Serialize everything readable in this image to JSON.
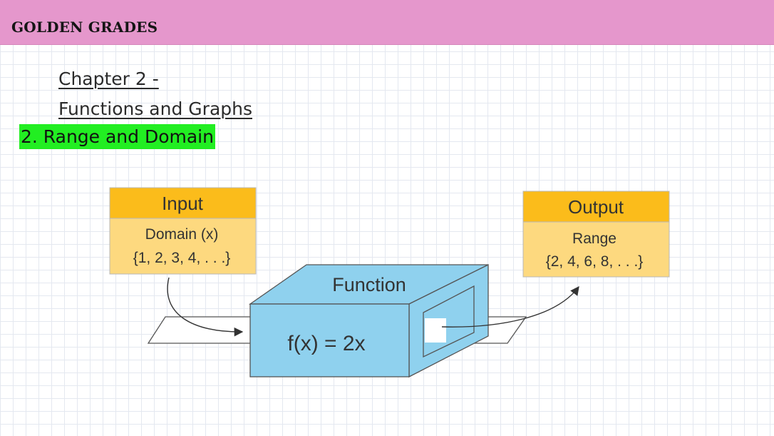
{
  "header": {
    "brand": "GOLDEN GRADES",
    "color": "#e597cc"
  },
  "chapter": {
    "line1": "Chapter 2 -",
    "line2": "Functions and Graphs"
  },
  "section": {
    "title": "2. Range and Domain",
    "highlight_color": "#22ee22"
  },
  "diagram": {
    "input": {
      "heading": "Input",
      "label": "Domain (x)",
      "set": "{1, 2, 3, 4, . . .}"
    },
    "function": {
      "label": "Function",
      "formula": "f(x) = 2x",
      "color": "#8fd1ee"
    },
    "output": {
      "heading": "Output",
      "label": "Range",
      "set": "{2, 4, 6, 8, . . .}"
    },
    "box_heading_color": "#fbbc1b",
    "box_body_color": "#fdd97f"
  }
}
